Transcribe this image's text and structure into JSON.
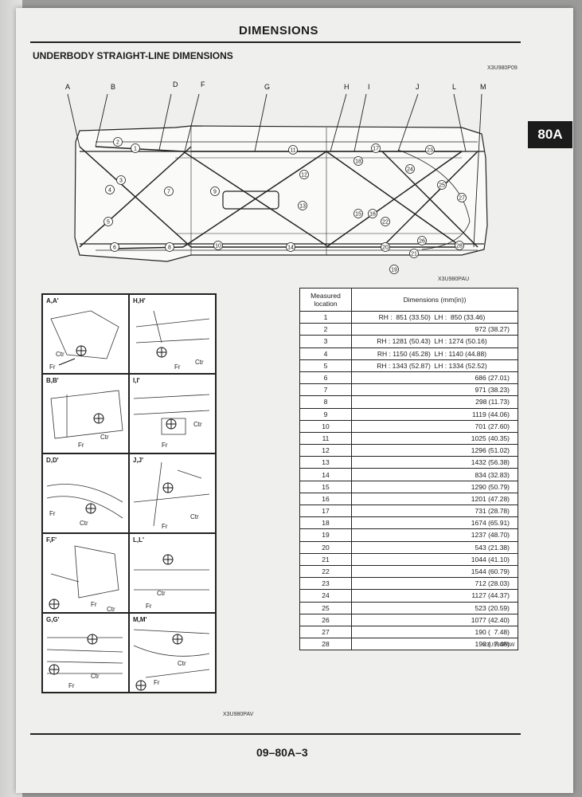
{
  "header": {
    "title": "DIMENSIONS",
    "section_tab": "80A"
  },
  "section": {
    "title": "UNDERBODY STRAIGHT-LINE DIMENSIONS"
  },
  "figure_codes": {
    "diagram_top": "X3U980P09",
    "diagram_bottom": "X3U980PAU",
    "details": "X3U980PAV",
    "table": "X3U980PAW"
  },
  "diagram": {
    "letters": [
      "A",
      "B",
      "D",
      "F",
      "G",
      "H",
      "I",
      "J",
      "L",
      "M"
    ],
    "points": [
      "1",
      "2",
      "3",
      "4",
      "5",
      "6",
      "7",
      "8",
      "9",
      "10",
      "11",
      "12",
      "13",
      "14",
      "15",
      "16",
      "17",
      "18",
      "19",
      "20",
      "21",
      "22",
      "23",
      "24",
      "25",
      "26",
      "27",
      "28"
    ]
  },
  "details": [
    {
      "label": "A,A'",
      "fr": "Fr",
      "ctr": "Ctr"
    },
    {
      "label": "H,H'",
      "fr": "Fr",
      "ctr": "Ctr"
    },
    {
      "label": "B,B'",
      "fr": "Fr",
      "ctr": "Ctr"
    },
    {
      "label": "I,I'",
      "fr": "Fr",
      "ctr": "Ctr"
    },
    {
      "label": "D,D'",
      "fr": "Fr",
      "ctr": "Ctr"
    },
    {
      "label": "J,J'",
      "fr": "Fr",
      "ctr": "Ctr"
    },
    {
      "label": "F,F'",
      "fr": "Fr",
      "ctr": "Ctr"
    },
    {
      "label": "L,L'",
      "fr": "Fr",
      "ctr": "Ctr"
    },
    {
      "label": "G,G'",
      "fr": "Fr",
      "ctr": "Ctr"
    },
    {
      "label": "M,M'",
      "fr": "Fr",
      "ctr": "Ctr"
    }
  ],
  "table": {
    "headers": [
      "Measured location",
      "Dimensions (mm(in))"
    ],
    "rows": [
      [
        "1",
        "RH :  851 (33.50)  LH :  850 (33.46)"
      ],
      [
        "2",
        "972 (38.27)"
      ],
      [
        "3",
        "RH : 1281 (50.43)  LH : 1274 (50.16)"
      ],
      [
        "4",
        "RH : 1150 (45.28)  LH : 1140 (44.88)"
      ],
      [
        "5",
        "RH : 1343 (52.87)  LH : 1334 (52.52)"
      ],
      [
        "6",
        "686 (27.01)"
      ],
      [
        "7",
        "971 (38.23)"
      ],
      [
        "8",
        "298 (11.73)"
      ],
      [
        "9",
        "1119 (44.06)"
      ],
      [
        "10",
        "701 (27.60)"
      ],
      [
        "11",
        "1025 (40.35)"
      ],
      [
        "12",
        "1296 (51.02)"
      ],
      [
        "13",
        "1432 (56.38)"
      ],
      [
        "14",
        "834 (32.83)"
      ],
      [
        "15",
        "1290 (50.79)"
      ],
      [
        "16",
        "1201 (47.28)"
      ],
      [
        "17",
        "731 (28.78)"
      ],
      [
        "18",
        "1674 (65.91)"
      ],
      [
        "19",
        "1237 (48.70)"
      ],
      [
        "20",
        "543 (21.38)"
      ],
      [
        "21",
        "1044 (41.10)"
      ],
      [
        "22",
        "1544 (60.79)"
      ],
      [
        "23",
        "712 (28.03)"
      ],
      [
        "24",
        "1127 (44.37)"
      ],
      [
        "25",
        "523 (20.59)"
      ],
      [
        "26",
        "1077 (42.40)"
      ],
      [
        "27",
        "190 (  7.48)"
      ],
      [
        "28",
        "190 (  7.48)"
      ]
    ]
  },
  "footer": {
    "page_number": "09–80A–3"
  }
}
